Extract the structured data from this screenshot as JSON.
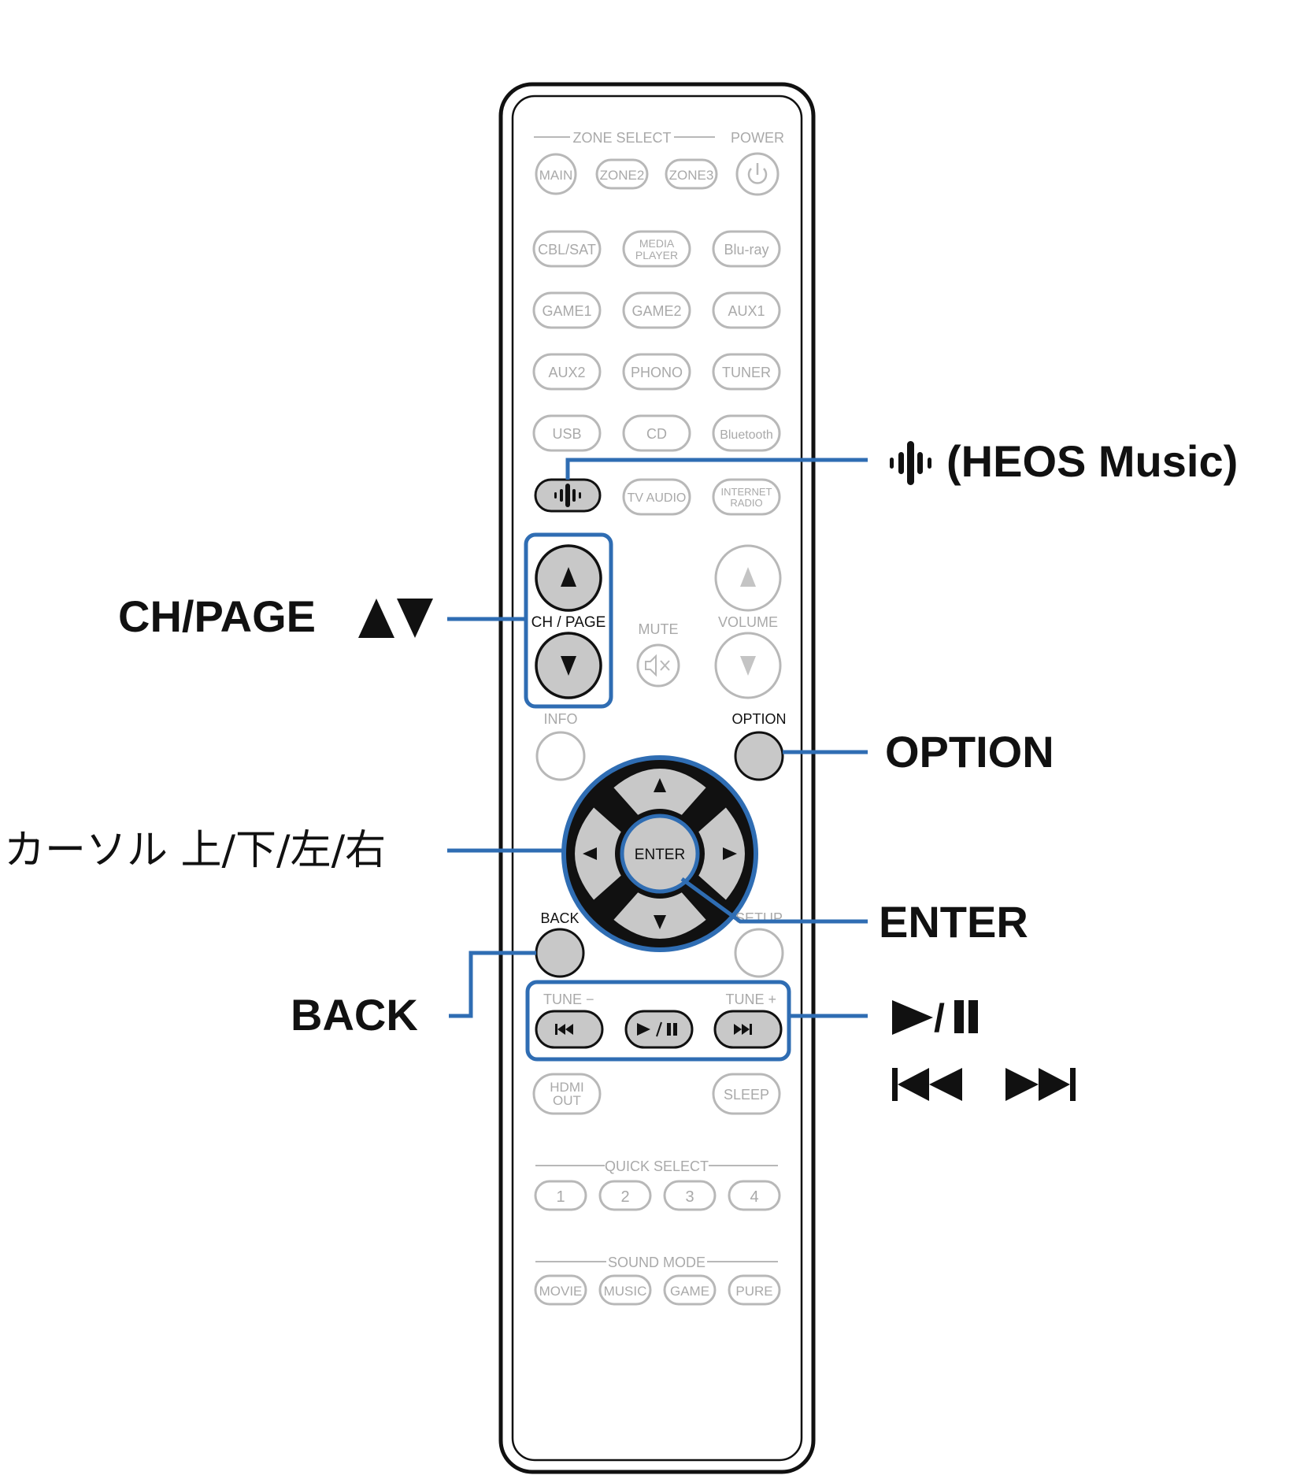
{
  "remote": {
    "zone_select_label": "ZONE SELECT",
    "power_label": "POWER",
    "zone_buttons": [
      "MAIN",
      "ZONE2",
      "ZONE3"
    ],
    "source_buttons": {
      "cbl_sat": "CBL/SAT",
      "media_player_1": "MEDIA",
      "media_player_2": "PLAYER",
      "bluray": "Blu-ray",
      "game1": "GAME1",
      "game2": "GAME2",
      "aux1": "AUX1",
      "aux2": "AUX2",
      "phono": "PHONO",
      "tuner": "TUNER",
      "usb": "USB",
      "cd": "CD",
      "bluetooth": "Bluetooth",
      "tv_audio": "TV AUDIO",
      "internet_radio_1": "INTERNET",
      "internet_radio_2": "RADIO"
    },
    "ch_page_label": "CH / PAGE",
    "mute_label": "MUTE",
    "volume_label": "VOLUME",
    "info_label": "INFO",
    "option_label": "OPTION",
    "enter_label": "ENTER",
    "back_label": "BACK",
    "setup_label": "SETUP",
    "tune_minus_label": "TUNE −",
    "tune_plus_label": "TUNE +",
    "hdmi_out_1": "HDMI",
    "hdmi_out_2": "OUT",
    "sleep_label": "SLEEP",
    "quick_select_label": "QUICK SELECT",
    "quick_select_buttons": [
      "1",
      "2",
      "3",
      "4"
    ],
    "sound_mode_label": "SOUND MODE",
    "sound_mode_buttons": [
      "MOVIE",
      "MUSIC",
      "GAME",
      "PURE"
    ]
  },
  "callouts": {
    "heos": "(HEOS Music)",
    "ch_page": "CH/PAGE",
    "option": "OPTION",
    "cursor": "カーソル 上/下/左/右",
    "enter": "ENTER",
    "back": "BACK",
    "play_pause": "/",
    "skip": ""
  },
  "colors": {
    "highlight_blue": "#2f6db3",
    "highlighted_button_fill": "#c8c8c8",
    "faint_outline": "#b8b8b8",
    "remote_outline": "#111111"
  }
}
